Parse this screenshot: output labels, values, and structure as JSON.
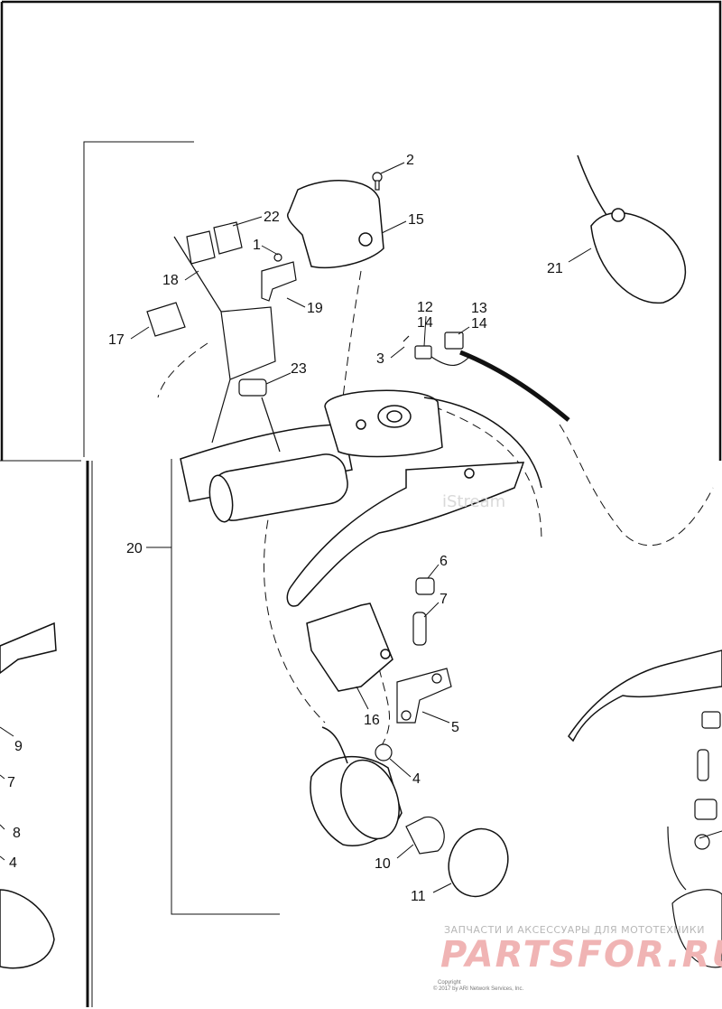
{
  "callouts": {
    "n1": "1",
    "n2": "2",
    "n3": "3",
    "n4a": "4",
    "n4b": "4",
    "n5": "5",
    "n6": "6",
    "n7a": "7",
    "n7b": "7",
    "n8": "8",
    "n9": "9",
    "n10": "10",
    "n11": "11",
    "n12": "12",
    "n13": "13",
    "n14a": "14",
    "n14b": "14",
    "n15": "15",
    "n16": "16",
    "n17": "17",
    "n18": "18",
    "n19": "19",
    "n20": "20",
    "n21": "21",
    "n22": "22",
    "n23": "23"
  },
  "watermark": {
    "stream": "iStream",
    "tagline": "ЗАПЧАСТИ И АКСЕССУАРЫ ДЛЯ МОТОТЕХНИКИ",
    "brand": "PARTSFOR.RU"
  },
  "copyright": {
    "line1": "Copyright",
    "line2": "© 2017 by ARI Network Services, Inc."
  },
  "colors": {
    "line": "#111111",
    "watermark_text": "#b7b7b7",
    "watermark_brand": "#f0b4b4"
  }
}
